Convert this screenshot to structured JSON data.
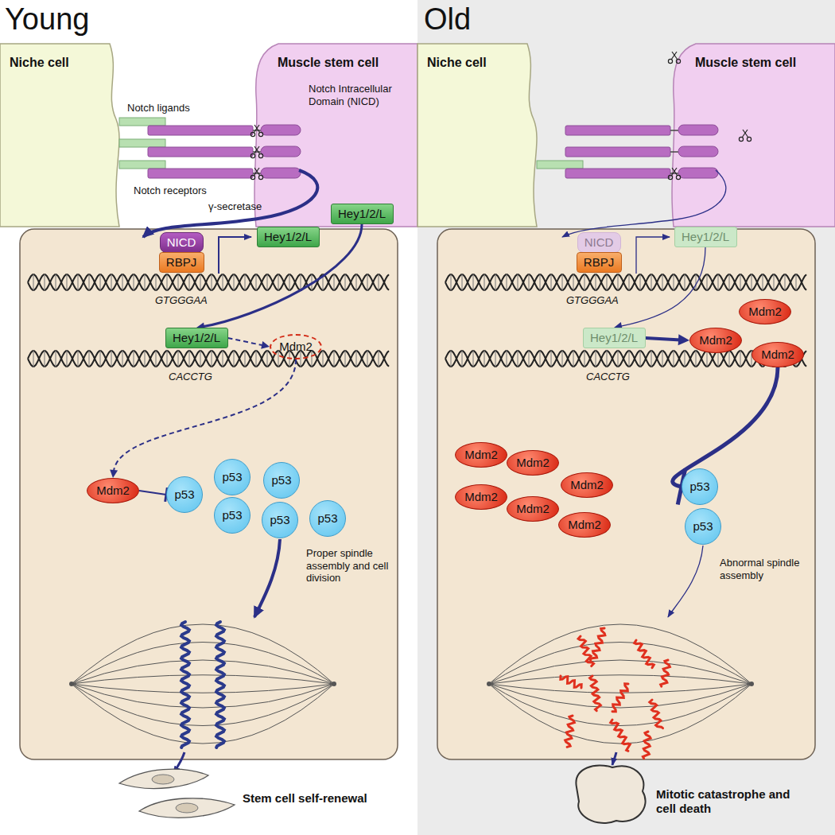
{
  "diagram": {
    "nodes": [
      {
        "text": [
          "Niche cell"
        ]
      },
      {
        "text": [
          "Muscle stem cell"
        ]
      },
      {
        "text": [
          "Hey1/2/L"
        ]
      },
      {
        "text": [
          "NICD"
        ]
      },
      {
        "text": [
          "RBPJ"
        ]
      },
      {
        "text": [
          "Hey1/2/L"
        ]
      },
      {
        "text": [
          "Hey1/2/L"
        ]
      },
      {
        "text": [
          "Mdm2"
        ]
      },
      {
        "text": [
          "Mdm2"
        ]
      },
      {
        "text": [
          "p53"
        ]
      },
      {
        "text": [
          "p53"
        ]
      },
      {
        "text": [
          "p53"
        ]
      },
      {
        "text": [
          "p53"
        ]
      },
      {
        "text": [
          "p53"
        ]
      },
      {
        "text": [
          "p53"
        ]
      },
      {
        "text": [
          "Niche cell"
        ]
      },
      {
        "text": [
          "Muscle stem cell"
        ]
      },
      {
        "text": [
          "NICD"
        ]
      },
      {
        "text": [
          "RBPJ"
        ]
      },
      {
        "text": [
          "Hey1/2/L"
        ]
      },
      {
        "text": [
          "Hey1/2/L"
        ]
      },
      {
        "text": [
          "Mdm2"
        ]
      },
      {
        "text": [
          "Mdm2"
        ]
      },
      {
        "text": [
          "Mdm2"
        ]
      },
      {
        "text": [
          "Mdm2"
        ]
      },
      {
        "text": [
          "Mdm2"
        ]
      },
      {
        "text": [
          "Mdm2"
        ]
      },
      {
        "text": [
          "Mdm2"
        ]
      },
      {
        "text": [
          "Mdm2"
        ]
      },
      {
        "text": [
          "Mdm2"
        ]
      },
      {
        "text": [
          "p53"
        ]
      },
      {
        "text": [
          "p53"
        ]
      }
    ],
    "edges": [
      {
        "from": 2,
        "to": 6,
        "arrow": "to"
      },
      {
        "from": 6,
        "to": 7,
        "arrow": "to"
      },
      {
        "from": 7,
        "to": 8,
        "arrow": "to"
      },
      {
        "from": 8,
        "to": 9,
        "arrow": "to"
      },
      {
        "from": 19,
        "to": 20,
        "arrow": "to"
      },
      {
        "from": 20,
        "to": 21,
        "arrow": "to"
      },
      {
        "from": 23,
        "to": 30,
        "arrow": "to"
      }
    ],
    "labels": [
      "Young",
      "Old",
      "Notch ligands",
      "Notch Intracellular Domain (NICD)",
      "Notch receptors",
      "γ-secretase",
      "GTGGGAA",
      "CACCTG",
      "Proper spindle assembly and cell division",
      "Stem cell self-renewal",
      "GTGGGAA",
      "CACCTG",
      "Abnormal spindle assembly",
      "Mitotic catastrophe and cell death"
    ]
  }
}
